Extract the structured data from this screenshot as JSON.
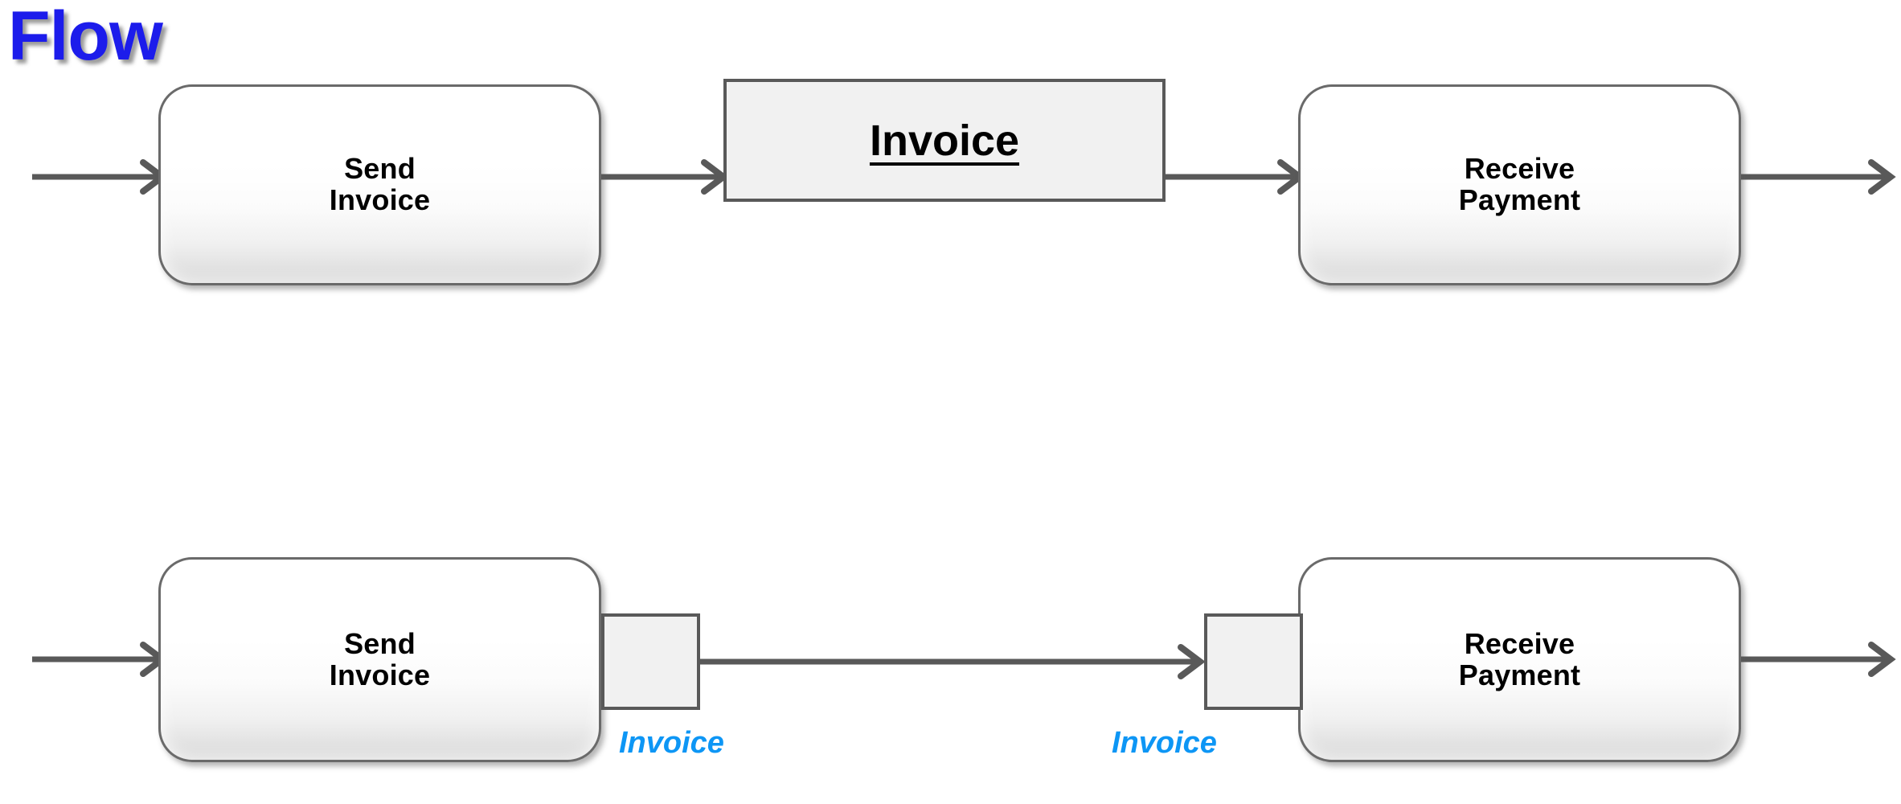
{
  "page": {
    "title_text": "Flow",
    "background": "#ffffff",
    "accent_blue": "#1c1ceb",
    "message_blue": "#0d96f5",
    "line_gray": "#595959",
    "box_border_gray": "#6a6a6a",
    "doc_fill": "#f1f1f1"
  },
  "top_row": {
    "send_task_label": "Send\nInvoice",
    "document_label": "Invoice",
    "receive_task_label": "Receive\nPayment"
  },
  "bottom_row": {
    "send_task_label": "Send\nInvoice",
    "left_message_label": "Invoice",
    "right_message_label": "Invoice",
    "receive_task_label": "Receive\nPayment"
  }
}
